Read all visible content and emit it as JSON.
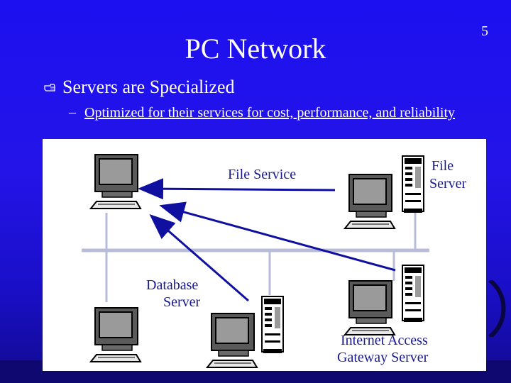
{
  "slide": {
    "page_number": "5",
    "title": "PC Network",
    "bullet": "Servers are Specialized",
    "sub_dash": "–",
    "sub_bullet": "Optimized for their services for cost, performance, and reliability"
  },
  "diagram": {
    "labels": {
      "file_service": "File Service",
      "file_server_line1": "File",
      "file_server_line2": "Server",
      "database_line1": "Database",
      "database_line2": "Server",
      "gateway_line1": "Internet Access",
      "gateway_line2": "Gateway Server"
    },
    "colors": {
      "background": "#2414e8",
      "panel": "#ffffff",
      "arrow": "#1010a0",
      "network_line": "#b8bcd8",
      "label": "#1a1a8c"
    }
  }
}
